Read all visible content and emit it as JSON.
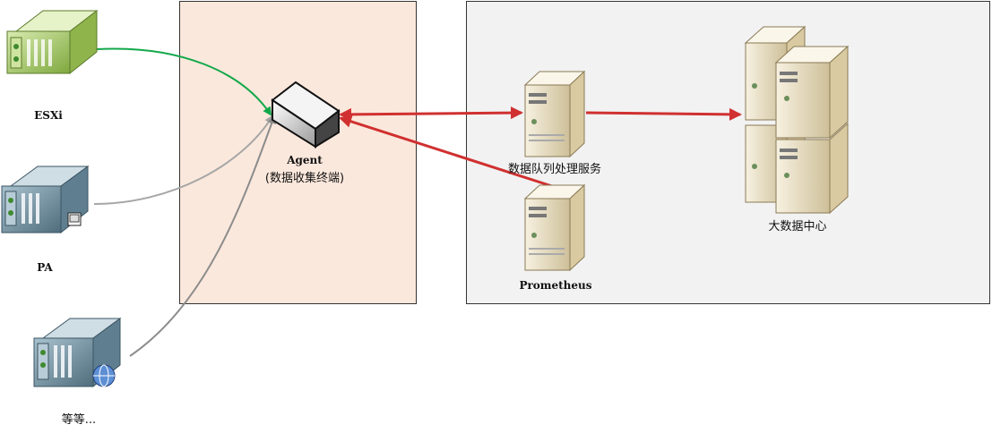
{
  "nodes": {
    "esxi": "ESXi",
    "pa": "PA",
    "etc": "等等...",
    "agent_line1": "Agent",
    "agent_line2": "(数据收集终端)",
    "queue": "数据队列处理服务",
    "prometheus": "Prometheus",
    "bigdata": "大数据中心"
  },
  "colors": {
    "green_arrow": "#12a84a",
    "gray_arrow": "#a6a6a6",
    "red_arrow": "#d03030",
    "agent_panel": "#fbe8dc",
    "service_panel": "#f2f2f2"
  }
}
